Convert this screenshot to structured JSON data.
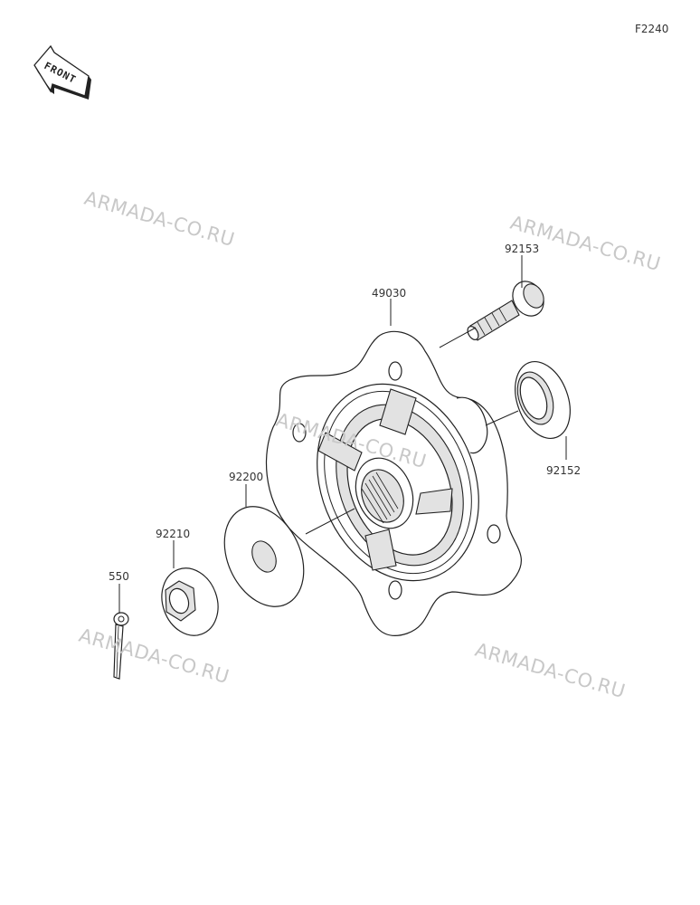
{
  "figure_code": "F2240",
  "front_badge": "FRONT",
  "watermark": "ARMADA-CO.RU",
  "colors": {
    "line": "#222222",
    "shade": "#e2e2e2",
    "watermark": "#c8c8c8"
  },
  "parts": [
    {
      "number": "92153",
      "name": "stud"
    },
    {
      "number": "49030",
      "name": "hub"
    },
    {
      "number": "92152",
      "name": "seal"
    },
    {
      "number": "92200",
      "name": "washer"
    },
    {
      "number": "92210",
      "name": "nut"
    },
    {
      "number": "550",
      "name": "cotter-pin"
    }
  ]
}
